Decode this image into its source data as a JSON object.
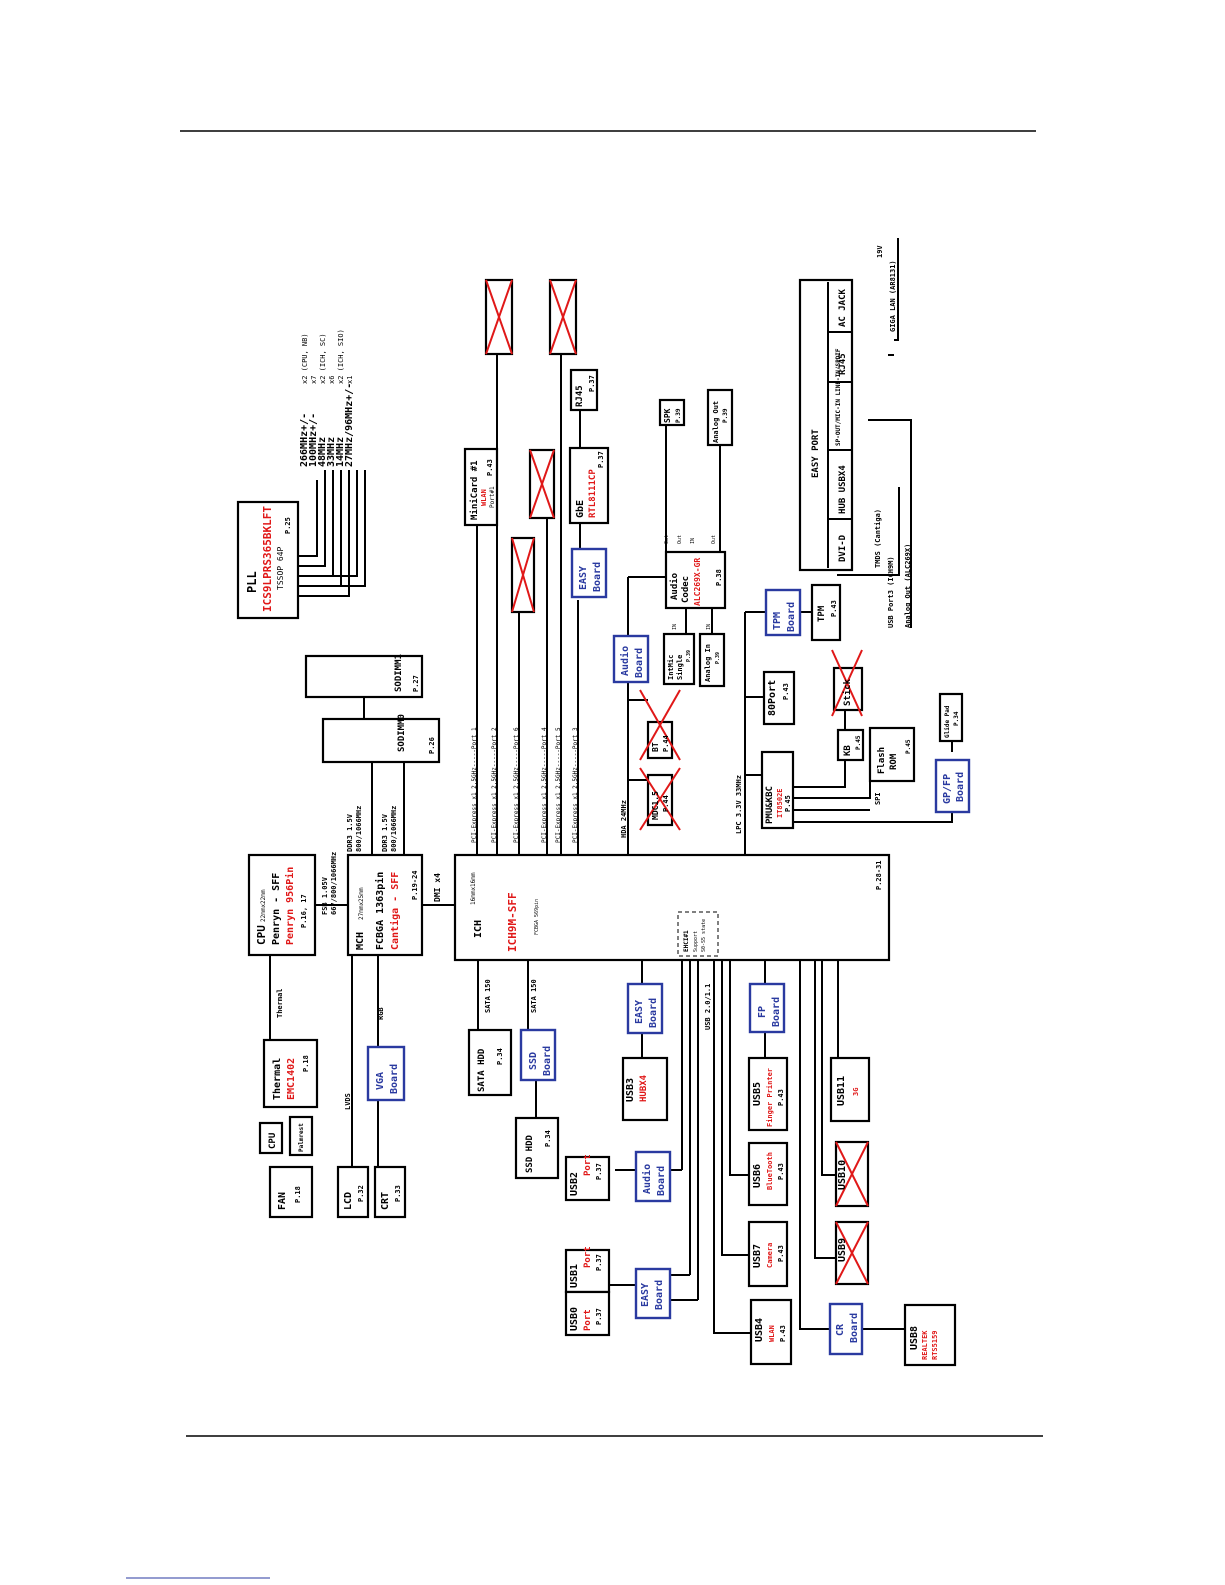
{
  "colors": {
    "label_red": "#e01818",
    "board_blue": "#2a3aa0",
    "line": "#000000"
  },
  "diagram": {
    "pll": {
      "title": "PLL",
      "part": "ICS9LPRS365BKLFT",
      "package": "TSSOP 64P",
      "page": "P.25",
      "clocks": [
        {
          "freq": "266MHz+/-",
          "note": "x2 (CPU, NB)"
        },
        {
          "freq": "100MHz+/-",
          "note": "x7"
        },
        {
          "freq": "48MHz",
          "note": "x2 (ICH, SC)"
        },
        {
          "freq": "33MHz",
          "note": "x6"
        },
        {
          "freq": "14MHz",
          "note": "x2 (ICH, SIO)"
        },
        {
          "freq": "27MHz/96MHz+/-",
          "note": "x1"
        }
      ]
    },
    "sodimm1": {
      "label": "SODIMM1",
      "page": "P.27"
    },
    "sodimm0": {
      "label": "SODIMM0",
      "page": "P.26"
    },
    "ddr_a": {
      "l1": "DDR3 1.5V",
      "l2": "800/1066MHz"
    },
    "ddr_b": {
      "l1": "DDR3 1.5V",
      "l2": "800/1066MHz"
    },
    "cpu": {
      "label": "CPU",
      "size": "22mmx22mm",
      "name": "Penryn - SFF",
      "part": "Penryn 956Pin",
      "page": "P.16, 17"
    },
    "fsb": {
      "l1": "FSB 1.05V",
      "l2": "667/800/1066MHz"
    },
    "mch": {
      "label": "MCH",
      "size": "27mmx25mm",
      "pkg": "FCBGA 1363pin",
      "part": "Cantiga - SFF",
      "page": "P.19-24"
    },
    "dmi": "DMI x4",
    "ich": {
      "label": "ICH",
      "size": "16mmx16mm",
      "part": "ICH9M-SFF",
      "pkg": "FCBGA 569pin",
      "page": "P.28-31",
      "ehci": [
        "EHCI#1",
        "Support",
        "S0-S5 state"
      ]
    },
    "thermal_link": "Thermal",
    "thermal": {
      "label": "Thermal",
      "part": "EMC1402",
      "page": "P.18"
    },
    "cpu_small": "CPU",
    "palmrest": "Palmrest",
    "fan": {
      "label": "FAN",
      "page": "P.18"
    },
    "lvds": "LVDS",
    "rgb": "RGB",
    "lcd": {
      "label": "LCD",
      "page": "P.32"
    },
    "crt": {
      "label": "CRT",
      "page": "P.33"
    },
    "vga_board": [
      "VGA",
      "Board"
    ],
    "sata1": "SATA 150",
    "sata2": "SATA 150",
    "sata_hdd": {
      "label": "SATA HDD",
      "page": "P.34"
    },
    "ssd_board": [
      "SSD",
      "Board"
    ],
    "ssd_hdd": {
      "label": "SSD HDD",
      "page": "P.34"
    },
    "usb_bus": "USB 2.0/1.1",
    "easy_board_a": [
      "EASY",
      "Board"
    ],
    "usb3": {
      "label": "USB3",
      "sub": "HUBX4"
    },
    "usb2": {
      "label": "USB2",
      "sub": "Port",
      "page": "P.37"
    },
    "audio_board_b": [
      "Audio",
      "Board"
    ],
    "usb1": {
      "label": "USB1",
      "sub": "Port",
      "page": "P.37"
    },
    "usb0": {
      "label": "USB0",
      "sub": "Port",
      "page": "P.37"
    },
    "easy_board_b": [
      "EASY",
      "Board"
    ],
    "usb4": {
      "label": "USB4",
      "sub": "WLAN",
      "page": "P.43"
    },
    "usb5": {
      "label": "USB5",
      "sub": "Finger Printer",
      "page": "P.43"
    },
    "fp_board": [
      "FP",
      "Board"
    ],
    "usb6": {
      "label": "USB6",
      "sub": "BlueTooth",
      "page": "P.43"
    },
    "usb7": {
      "label": "USB7",
      "sub": "Camera",
      "page": "P.43"
    },
    "usb8": {
      "label": "USB8",
      "sub1": "REALTEK",
      "sub2": "RTS5159"
    },
    "cr_board": [
      "CR",
      "Board"
    ],
    "usb9": "USB9",
    "usb10": "USB10",
    "usb11": {
      "label": "USB11",
      "sub": "3G"
    },
    "pcie": [
      "PCI-Express x1 2.5GHz-----Port 1",
      "PCI-Express x1 2.5GHz-----Port 2",
      "PCI-Express x1 2.5GHz-----Port 6",
      "PCI-Express x1 2.5GHz-----Port 4",
      "PCI-Express x1 2.5GHz-----Port 5",
      "PCI-Express x1 2.5GHz-----Port 3"
    ],
    "minicard": {
      "label": "MiniCard #1",
      "sub": "WLAN",
      "port": "Port#1",
      "page": "P.43"
    },
    "gbe": {
      "label": "GbE",
      "part": "RTL8111CP",
      "page": "P.37"
    },
    "rj45": {
      "label": "RJ45",
      "page": "P.37"
    },
    "easy_board_c": [
      "EASY",
      "Board"
    ],
    "hda": "HDA 24MHz",
    "audio_board_a": [
      "Audio",
      "Board"
    ],
    "mdc": {
      "label": "MDC1.5",
      "page": "P.44"
    },
    "bt": {
      "label": "BT",
      "page": "P.44"
    },
    "codec": {
      "l1": "Audio",
      "l2": "Codec",
      "part": "ALC269X-GR",
      "page": "P.38",
      "pins": [
        "Out",
        "Out",
        "IN",
        "Out",
        "IN",
        "IN"
      ]
    },
    "spk": {
      "label": "SPK",
      "page": "P.39"
    },
    "analog_out": {
      "label": "Analog Out",
      "page": "P.39"
    },
    "intmic": {
      "l1": "IntMic",
      "l2": "Single",
      "page": "P.39"
    },
    "analog_in": {
      "label": "Analog In",
      "page": "P.39"
    },
    "lpc": "LPC 3.3V 33MHz",
    "pmu": {
      "label": "PMU&KBC",
      "part": "IT8502E",
      "page": "P.45"
    },
    "port80": {
      "label": "80Port",
      "page": "P.43"
    },
    "tpm_board": [
      "TPM",
      "Board"
    ],
    "tpm": {
      "label": "TPM",
      "page": "P.43"
    },
    "kb": {
      "label": "KB",
      "page": "P.45"
    },
    "stick": "Stick",
    "flash": {
      "l1": "Flash",
      "l2": "ROM",
      "page": "P.45"
    },
    "spi": "SPI",
    "glide": {
      "label": "Glide Pad",
      "page": "P.34"
    },
    "gpfp_board": [
      "GP/FP",
      "Board"
    ],
    "easyport": {
      "title": "EASY PORT",
      "cols": [
        "DVI-D",
        "HUB USBX4",
        "SP-OUT/MIC-IN LINE-IN/SPDIF",
        "RJ45",
        "AC JACK"
      ]
    },
    "ep_links": [
      "TMDS (Cantiga)",
      "USB Port3 (ICH9M)",
      "Analog Out (ALC269X)",
      "GIGA LAN (AR8131)",
      "19V"
    ]
  }
}
